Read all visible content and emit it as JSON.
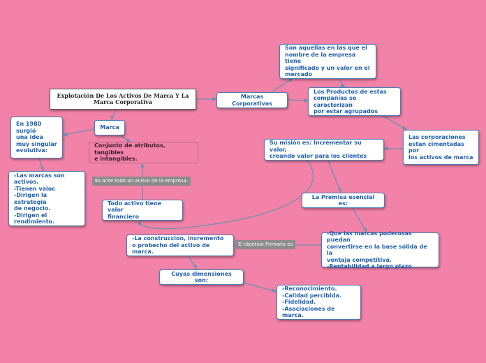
{
  "nodes": {
    "root": "Explotación De Los Activos De Marca Y La\nMarca Corporativa",
    "marcas_corporativas": "Marcas Corporativas",
    "son_aquellas": "Son aquellas en las que el\nnombre de la empresa tiene\nsignificado y un valor en el\nmercado",
    "productos": "Los Productos de estas\ncompañías se caracterizan\npor estar agrupados",
    "corporaciones": "Las corporaciones\nestan cimentadas\npor\nlos activos de marca",
    "mision": "Su misión es: Incrementar su valor,\ncreando valor para los clientes",
    "premisa": "La Premisa esencial es:",
    "que_las_marcas": "-Que las marcas poderosas puedan\nconvertirse en la base sólida de la\nventaja competitiva.\n-Rentabilidad a largo plazo.",
    "construccion": "-La construccion, incremento\no probecho del activo de marca.",
    "dimensiones": "Cuyas dimensiones son:",
    "reconocimiento": "-Reconocimiento.\n-Calidad percibida.\n-Fidelidad.\n-Asociaciones de marca.",
    "marca": "Marca",
    "en_1980": "En 1980\nsurgió\nuna idea\nmuy singular\nevolutiva:",
    "las_marcas_son": "-Las marcas son\nactivos.\n-Tienen valor.\n-Dirigen la estrategia\nde negocio.\n-Dirigen el\nrendimiento.",
    "conjunto": "Conjunto de atributos, tangibles\ne intangibles.",
    "todo_activo": "Todo activo tiene valor\nfinanciero"
  },
  "labels": {
    "es_ante": "Es ante todo un activo de la empresa.",
    "objetivo": "El objetivo Primario es"
  },
  "colors": {
    "background": "#f282a8",
    "connector": "#6d8fb0",
    "node_text": "#1f5fae",
    "node_border": "#4a7fb5",
    "label_bg": "#8c8c8c"
  }
}
